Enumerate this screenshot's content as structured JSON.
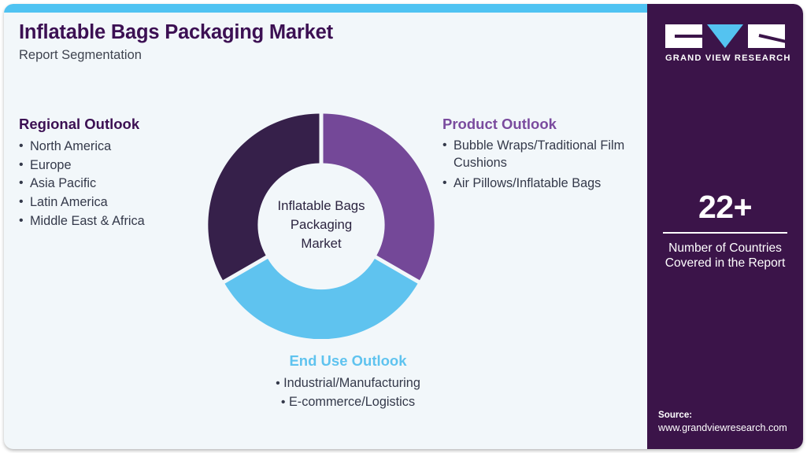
{
  "header": {
    "title": "Inflatable Bags Packaging Market",
    "subtitle": "Report Segmentation"
  },
  "colors": {
    "card_background": "#f2f7fa",
    "top_strip": "#4fc3f2",
    "dark_purple": "#36204a",
    "medium_purple": "#744898",
    "light_blue": "#5fc3ef",
    "panel_background": "#3b1449",
    "title_text": "#3c1053",
    "body_text": "#34394a"
  },
  "segments": {
    "regional": {
      "heading": "Regional Outlook",
      "heading_color": "#3c1053",
      "items": [
        "North America",
        "Europe",
        "Asia Pacific",
        "Latin America",
        "Middle East & Africa"
      ]
    },
    "product": {
      "heading": "Product Outlook",
      "heading_color": "#7a4b9e",
      "items": [
        "Bubble Wraps/Traditional Film Cushions",
        "Air Pillows/Inflatable Bags"
      ]
    },
    "end_use": {
      "heading": "End Use Outlook",
      "heading_color": "#5fc3ef",
      "items": [
        "Industrial/Manufacturing",
        "E-commerce/Logistics"
      ]
    }
  },
  "donut": {
    "center_line_1": "Inflatable Bags",
    "center_line_2": "Packaging",
    "center_line_3": "Market"
  },
  "chart_data": {
    "type": "pie",
    "title": "Inflatable Bags Packaging Market",
    "categories": [
      "Product Outlook",
      "End Use Outlook",
      "Regional Outlook"
    ],
    "values": [
      33.3,
      33.3,
      33.3
    ],
    "colors": [
      "#744898",
      "#5fc3ef",
      "#36204a"
    ],
    "legend_position": "around",
    "notes": "Equal-thirds donut used as a segmentation diagram, not a quantitative share chart"
  },
  "panel": {
    "logo": {
      "mark_letters": "GVR",
      "wordmark": "GRAND VIEW RESEARCH"
    },
    "stat": {
      "value": "22+",
      "label_line_1": "Number of Countries",
      "label_line_2": "Covered in the Report"
    },
    "source": {
      "title": "Source:",
      "url": "www.grandviewresearch.com"
    }
  }
}
